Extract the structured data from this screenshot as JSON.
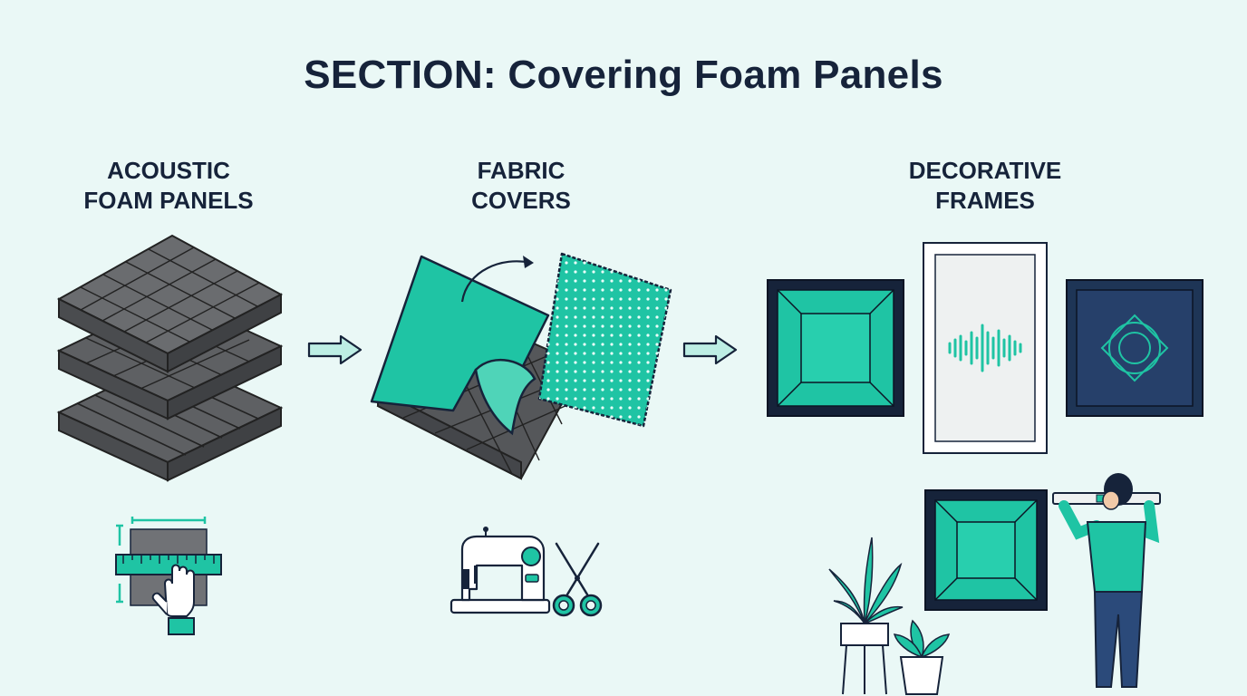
{
  "title": "SECTION: Covering Foam Panels",
  "columns": [
    {
      "line1": "ACOUSTIC",
      "line2": "FOAM PANELS"
    },
    {
      "line1": "FABRIC",
      "line2": "COVERS"
    },
    {
      "line1": "DECORATIVE",
      "line2": "FRAMES"
    }
  ],
  "colors": {
    "background": "#eaf8f6",
    "teal": "#1fc4a4",
    "navy": "#16233a",
    "foam": "#5e6063"
  },
  "icons": [
    "acoustic-foam-stack-icon",
    "measuring-ruler-hand-icon",
    "fabric-cover-icon",
    "polka-dot-fabric-icon",
    "sewing-machine-icon",
    "scissors-icon",
    "framed-panel-icon",
    "sound-wave-icon",
    "person-with-level-icon",
    "potted-plant-icon",
    "arrow-right-icon"
  ]
}
